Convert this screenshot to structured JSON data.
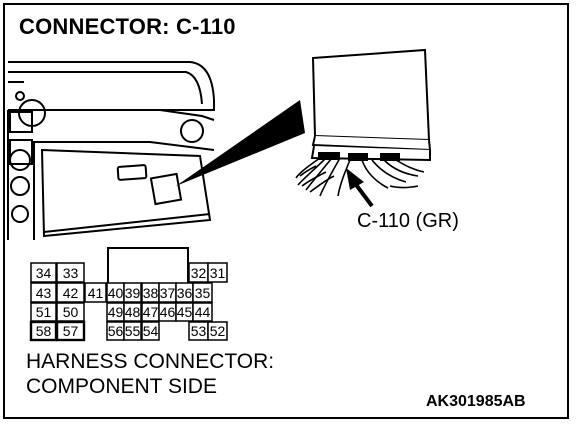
{
  "title": "CONNECTOR: C-110",
  "callout_label": "C-110 (GR)",
  "caption": {
    "line1": "HARNESS CONNECTOR:",
    "line2": "COMPONENT SIDE"
  },
  "figure_code": "AK301985AB",
  "pins": [
    {
      "label": "34",
      "row": 0,
      "col": 0
    },
    {
      "label": "33",
      "row": 0,
      "col": 1
    },
    {
      "label": "32",
      "row": 0,
      "col": 9
    },
    {
      "label": "31",
      "row": 0,
      "col": 10
    },
    {
      "label": "43",
      "row": 1,
      "col": 0
    },
    {
      "label": "42",
      "row": 1,
      "col": 1
    },
    {
      "label": "41",
      "row": 1,
      "col": 2
    },
    {
      "label": "40",
      "row": 1,
      "col": 3
    },
    {
      "label": "39",
      "row": 1,
      "col": 4
    },
    {
      "label": "38",
      "row": 1,
      "col": 5
    },
    {
      "label": "37",
      "row": 1,
      "col": 6
    },
    {
      "label": "36",
      "row": 1,
      "col": 7
    },
    {
      "label": "35",
      "row": 1,
      "col": 8
    },
    {
      "label": "51",
      "row": 2,
      "col": 0
    },
    {
      "label": "50",
      "row": 2,
      "col": 1
    },
    {
      "label": "49",
      "row": 2,
      "col": 3
    },
    {
      "label": "48",
      "row": 2,
      "col": 4
    },
    {
      "label": "47",
      "row": 2,
      "col": 5
    },
    {
      "label": "46",
      "row": 2,
      "col": 6
    },
    {
      "label": "45",
      "row": 2,
      "col": 7
    },
    {
      "label": "44",
      "row": 2,
      "col": 8
    },
    {
      "label": "58",
      "row": 3,
      "col": 0
    },
    {
      "label": "57",
      "row": 3,
      "col": 1
    },
    {
      "label": "56",
      "row": 3,
      "col": 3
    },
    {
      "label": "55",
      "row": 3,
      "col": 4
    },
    {
      "label": "54",
      "row": 3,
      "col": 5
    },
    {
      "label": "53",
      "row": 3,
      "col": 7
    },
    {
      "label": "52",
      "row": 3,
      "col": 8
    }
  ]
}
